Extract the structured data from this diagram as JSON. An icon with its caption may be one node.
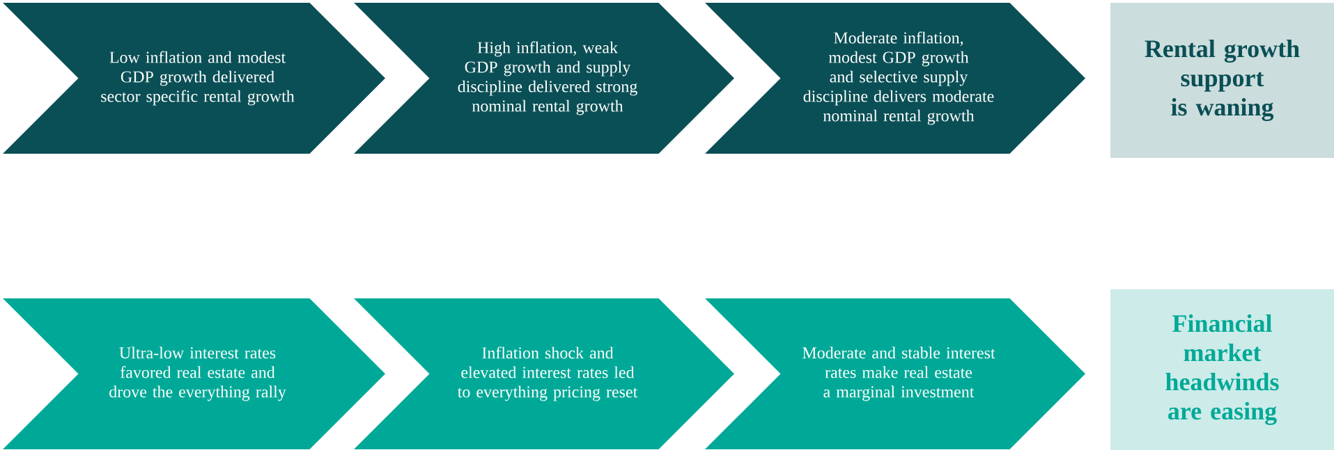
{
  "diagram": {
    "nodes": [
      {
        "text": [
          "Low inflation and modest GDP growth delivered sector specific rental growth"
        ]
      },
      {
        "text": [
          "High inflation, weak GDP growth and supply discipline delivered strong nominal rental growth"
        ]
      },
      {
        "text": [
          "Moderate inflation, modest GDP growth and selective supply discipline delivers moderate nominal rental growth"
        ]
      },
      {
        "text": [
          "Rental growth support is waning"
        ]
      },
      {
        "text": [
          "Ultra-low interest rates favored real estate and drove the everything rally"
        ]
      },
      {
        "text": [
          "Inflation shock and elevated interest rates led to everything pricing reset"
        ]
      },
      {
        "text": [
          "Moderate and stable interest rates make real estate a marginal investment"
        ]
      },
      {
        "text": [
          "Financial market headwinds are easing"
        ]
      }
    ]
  }
}
